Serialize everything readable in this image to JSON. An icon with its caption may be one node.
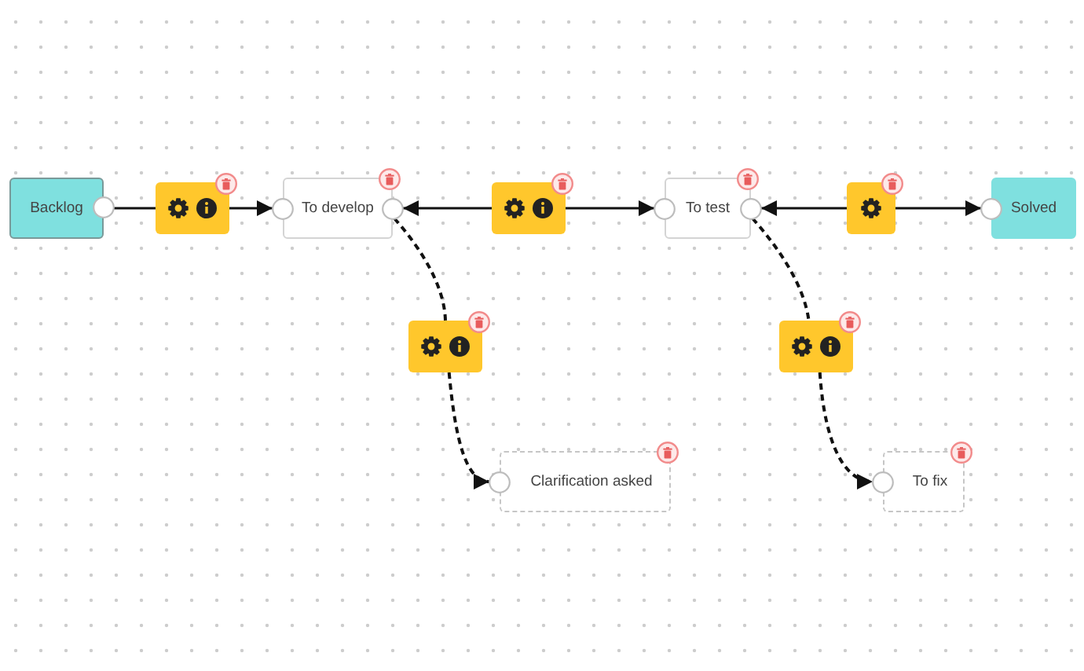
{
  "diagram": {
    "nodes": [
      {
        "text": [
          "Backlog"
        ]
      },
      {
        "text": [],
        "shape": "box"
      },
      {
        "text": [
          "To develop"
        ]
      },
      {
        "text": [],
        "shape": "box"
      },
      {
        "text": [
          "To test"
        ]
      },
      {
        "text": [],
        "shape": "box"
      },
      {
        "text": [
          "Solved"
        ]
      },
      {
        "text": [],
        "shape": "box"
      },
      {
        "text": [
          "Clarification asked"
        ]
      },
      {
        "text": [],
        "shape": "box"
      },
      {
        "text": [
          "To fix"
        ]
      }
    ],
    "edges": [
      {
        "from": 0,
        "to": 1,
        "arrow": "none"
      },
      {
        "from": 1,
        "to": 2,
        "arrow": "to"
      },
      {
        "from": 3,
        "to": 2,
        "arrow": "to"
      },
      {
        "from": 3,
        "to": 4,
        "arrow": "to"
      },
      {
        "from": 5,
        "to": 4,
        "arrow": "to"
      },
      {
        "from": 5,
        "to": 6,
        "arrow": "to"
      },
      {
        "from": 2,
        "to": 7,
        "arrow": "none",
        "style": "dashed"
      },
      {
        "from": 7,
        "to": 8,
        "arrow": "to",
        "style": "dashed"
      },
      {
        "from": 4,
        "to": 9,
        "arrow": "none",
        "style": "dashed"
      },
      {
        "from": 9,
        "to": 10,
        "arrow": "to",
        "style": "dashed"
      }
    ]
  }
}
